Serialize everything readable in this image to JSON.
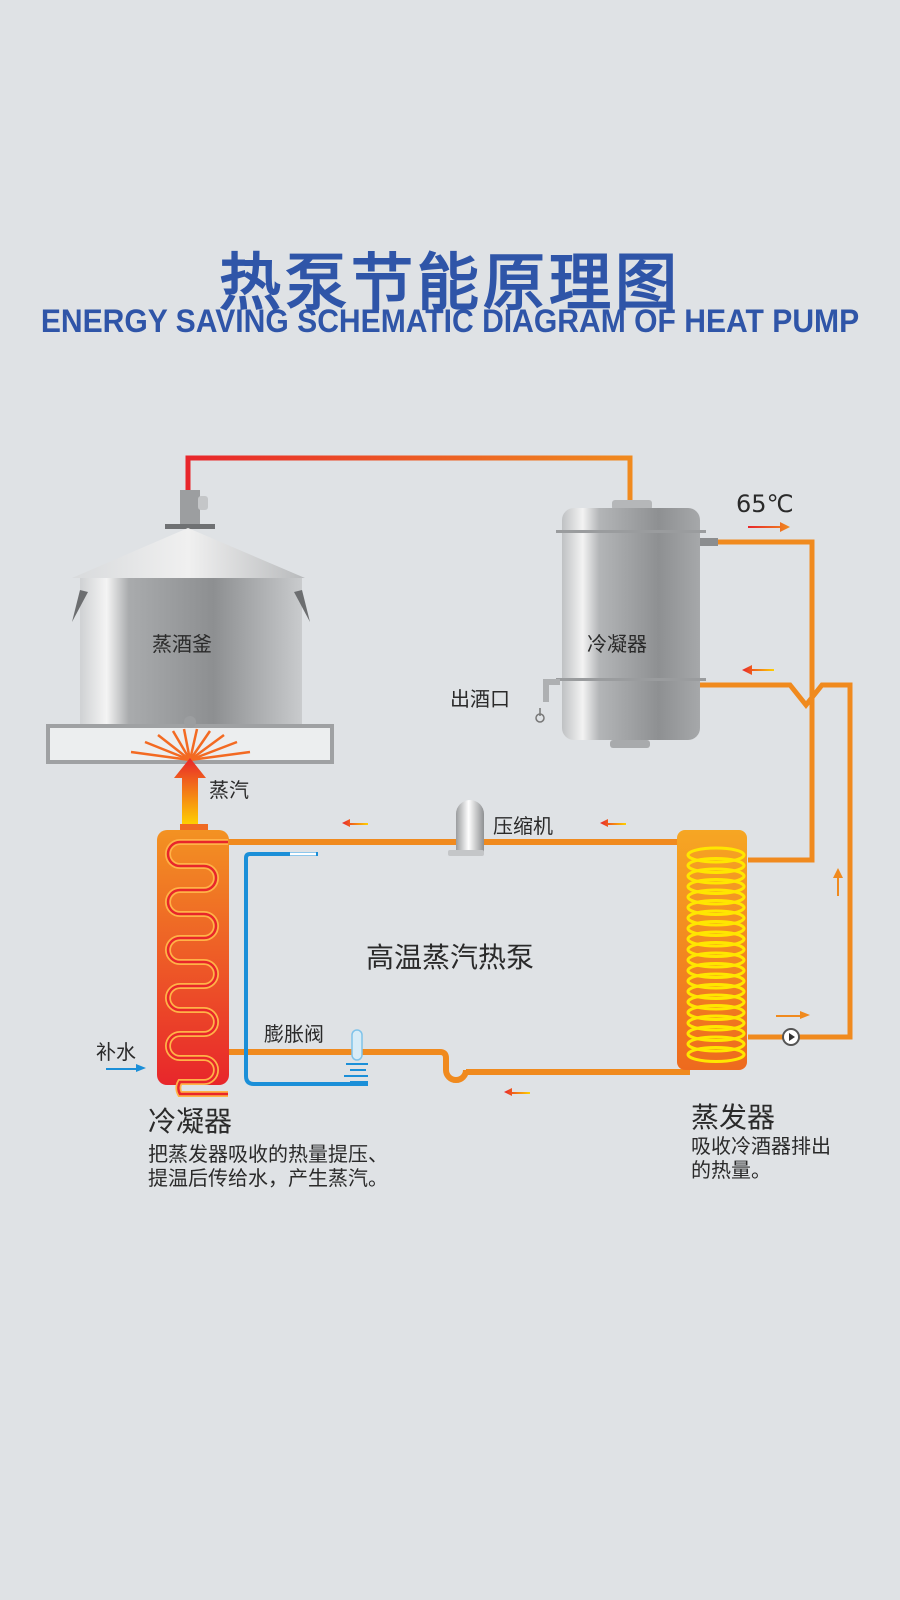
{
  "header": {
    "title_cn": "热泵节能原理图",
    "title_en": "ENERGY SAVING SCHEMATIC DIAGRAM OF HEAT PUMP"
  },
  "colors": {
    "title": "#2f55a8",
    "hot_pipe": "#f08a1e",
    "red_pipe": "#e8262b",
    "water_pipe": "#1b8fd8",
    "background": "#dfe2e5"
  },
  "diagram": {
    "distiller_label": "蒸酒釜",
    "steam_label": "蒸汽",
    "top_condenser_label": "冷凝器",
    "outlet_label": "出酒口",
    "temperature_label": "65℃",
    "compressor_label": "压缩机",
    "center_label": "高温蒸汽热泵",
    "expansion_valve_label": "膨胀阀",
    "makeup_water_label": "补水",
    "condenser": {
      "title": "冷凝器",
      "desc_line1": "把蒸发器吸收的热量提压、",
      "desc_line2": "提温后传给水，产生蒸汽。"
    },
    "evaporator": {
      "title": "蒸发器",
      "desc_line1": "吸收冷酒器排出",
      "desc_line2": "的热量。"
    }
  }
}
